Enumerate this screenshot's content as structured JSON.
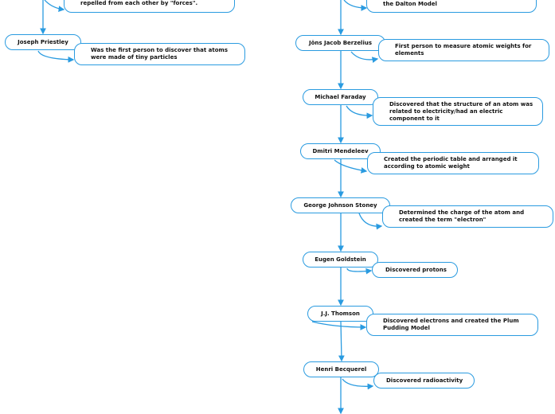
{
  "left": {
    "partial_desc": "Suggested that all atoms either attract or repelled from each other by \"forces\".",
    "nodes": [
      {
        "name": "Joseph Priestley",
        "desc": "Was the first person to discover that atoms were made of tiny particles"
      }
    ]
  },
  "right": {
    "partial_desc": "the Dalton Model",
    "nodes": [
      {
        "name": "Jöns Jacob Berzelius",
        "desc": "First person to measure atomic weights for elements"
      },
      {
        "name": "Michael Faraday",
        "desc": "Discovered that the structure of an atom was related to electricity/had an electric component to it"
      },
      {
        "name": "Dmitri Mendeleev",
        "desc": "Created the periodic table and arranged it according to atomic weight"
      },
      {
        "name": "George Johnson Stoney",
        "desc": "Determined the charge of the atom and created the term \"electron\""
      },
      {
        "name": "Eugen Goldstein",
        "desc": "Discovered protons"
      },
      {
        "name": "J.J. Thomson",
        "desc": "Discovered electrons and created the Plum Pudding Model"
      },
      {
        "name": "Henri Becquerel",
        "desc": "Discovered radioactivity"
      }
    ]
  },
  "colors": {
    "line": "#2a9be0"
  }
}
